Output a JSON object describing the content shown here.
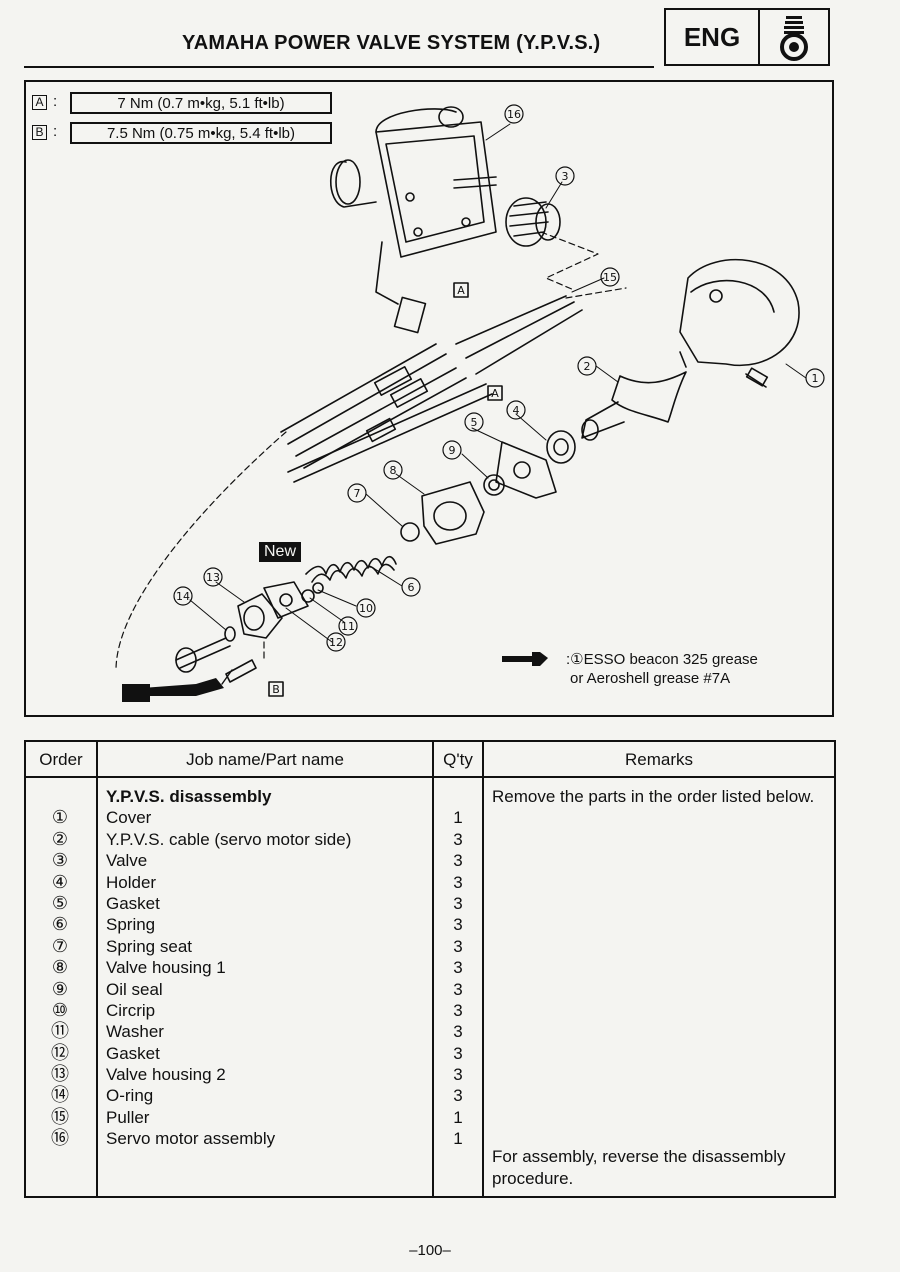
{
  "header": {
    "title": "YAMAHA POWER VALVE SYSTEM (Y.P.V.S.)",
    "section": "ENG",
    "section_icon": "engine-icon"
  },
  "torque_specs": [
    {
      "letter": "A",
      "value": "7 Nm (0.7 m•kg, 5.1 ft•lb)"
    },
    {
      "letter": "B",
      "value": "7.5 Nm (0.75 m•kg, 5.4 ft•lb)"
    }
  ],
  "diagram": {
    "callouts": [
      "①",
      "②",
      "③",
      "④",
      "⑤",
      "⑥",
      "⑦",
      "⑧",
      "⑨",
      "⑩",
      "⑪",
      "⑫",
      "⑬",
      "⑭",
      "⑮",
      "⑯"
    ],
    "torque_marks": [
      "A",
      "A",
      "B"
    ],
    "new_label": "New",
    "grease_icon": "grease-gun-icon",
    "grease_note_line1": ":①ESSO beacon 325 grease",
    "grease_note_line2": "or Aeroshell grease #7A"
  },
  "table": {
    "headers": {
      "order": "Order",
      "part": "Job name/Part name",
      "qty": "Q'ty",
      "remarks": "Remarks"
    },
    "section_title": "Y.P.V.S. disassembly",
    "section_remark": "Remove the parts in the order listed below.",
    "rows": [
      {
        "order": "①",
        "part": "Cover",
        "qty": "1"
      },
      {
        "order": "②",
        "part": "Y.P.V.S. cable (servo motor side)",
        "qty": "3"
      },
      {
        "order": "③",
        "part": "Valve",
        "qty": "3"
      },
      {
        "order": "④",
        "part": "Holder",
        "qty": "3"
      },
      {
        "order": "⑤",
        "part": "Gasket",
        "qty": "3"
      },
      {
        "order": "⑥",
        "part": "Spring",
        "qty": "3"
      },
      {
        "order": "⑦",
        "part": "Spring seat",
        "qty": "3"
      },
      {
        "order": "⑧",
        "part": "Valve housing 1",
        "qty": "3"
      },
      {
        "order": "⑨",
        "part": "Oil seal",
        "qty": "3"
      },
      {
        "order": "⑩",
        "part": "Circrip",
        "qty": "3"
      },
      {
        "order": "⑪",
        "part": "Washer",
        "qty": "3"
      },
      {
        "order": "⑫",
        "part": "Gasket",
        "qty": "3"
      },
      {
        "order": "⑬",
        "part": "Valve housing 2",
        "qty": "3"
      },
      {
        "order": "⑭",
        "part": "O-ring",
        "qty": "3"
      },
      {
        "order": "⑮",
        "part": "Puller",
        "qty": "1"
      },
      {
        "order": "⑯",
        "part": "Servo motor assembly",
        "qty": "1"
      }
    ],
    "footer_remark": "For assembly, reverse the disassembly procedure."
  },
  "page_number": "–100–"
}
